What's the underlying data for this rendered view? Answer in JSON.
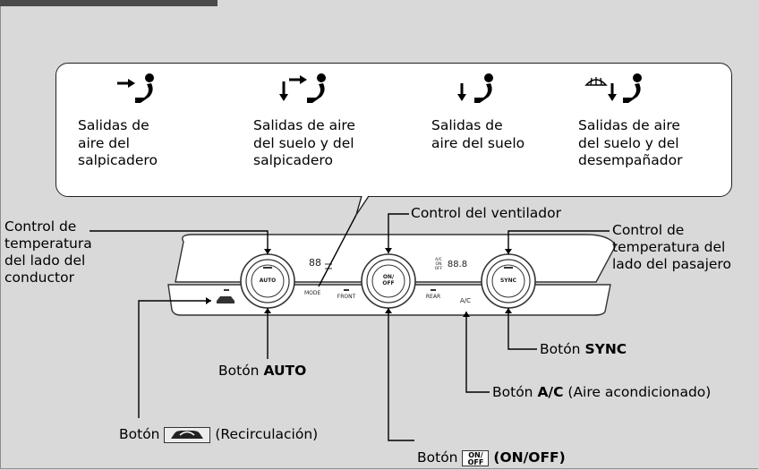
{
  "callout": {
    "modes": [
      {
        "icon": "dashboard-vents-icon",
        "label": "Salidas de\naire del\nsalpicadero"
      },
      {
        "icon": "floor-dashboard-vents-icon",
        "label": "Salidas de aire\ndel suelo y del\nsalpicadero"
      },
      {
        "icon": "floor-vents-icon",
        "label": "Salidas de\naire del suelo"
      },
      {
        "icon": "floor-defrost-vents-icon",
        "label": "Salidas de aire\ndel suelo y del\ndesempañador"
      }
    ]
  },
  "labels": {
    "driver_temp": "Control de\ntemperatura\ndel lado del\nconductor",
    "fan_control": "Control del ventilador",
    "passenger_temp": "Control de\ntemperatura del\nlado del pasajero",
    "sync_prefix": "Botón ",
    "sync_bold": "SYNC",
    "auto_prefix": "Botón ",
    "auto_bold": "AUTO",
    "ac_prefix": "Botón ",
    "ac_bold": "A/C",
    "ac_suffix": " (Aire acondicionado)",
    "recirc_prefix": "Botón ",
    "recirc_suffix": " (Recirculación)",
    "onoff_prefix": "Botón ",
    "onoff_bold": "(ON/OFF)"
  },
  "panel": {
    "auto_knob": "AUTO",
    "fan_knob": "ON/\nOFF",
    "sync_knob": "SYNC",
    "mode_btn": "MODE",
    "front_btn": "FRONT",
    "rear_btn": "REAR",
    "ac_btn": "A/C",
    "display_left": "88",
    "display_right": "88.8",
    "ac_indicator": "A/C\nON\nOFF"
  },
  "icons": {
    "recirc_button_icon": "car-recirculation-icon",
    "onoff_button_icon": "fan-onoff-icon",
    "onoff_icon_text": "ON/\nOFF"
  }
}
